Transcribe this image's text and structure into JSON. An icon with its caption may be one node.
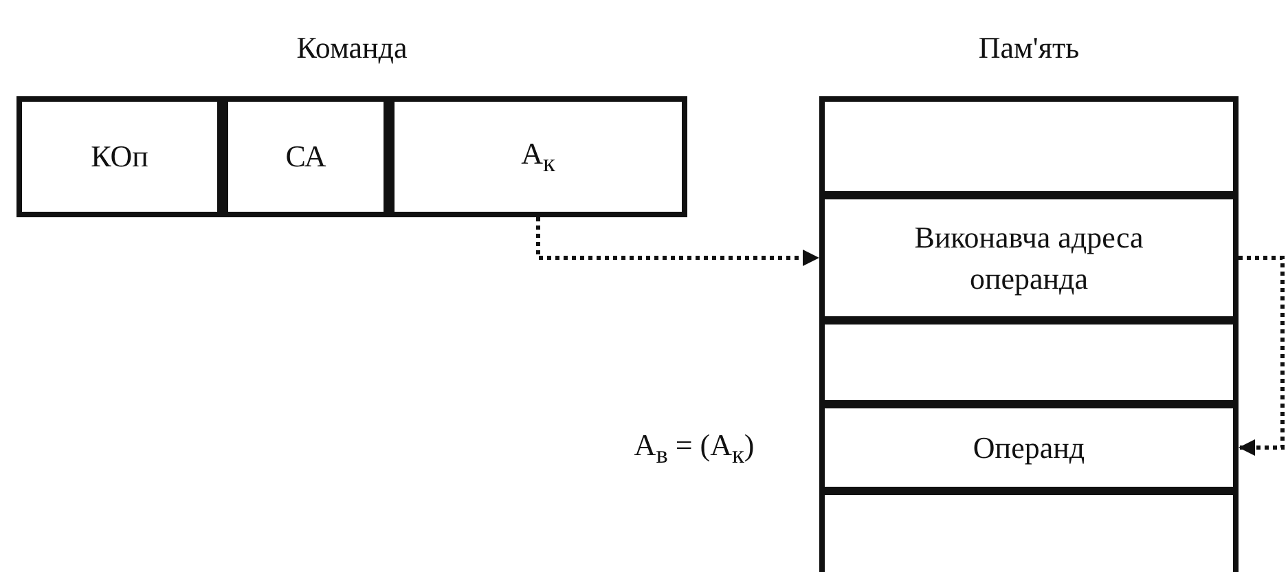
{
  "diagram": {
    "nodes": [
      {
        "text": [
          "Команда"
        ]
      },
      {
        "text": [
          "КОп"
        ],
        "in": 0
      },
      {
        "text": [
          "СА"
        ],
        "in": 0
      },
      {
        "text": [
          "A$_{к}$"
        ],
        "in": 0
      },
      {
        "text": [
          "Пам'ять"
        ]
      },
      {
        "text": [],
        "shape": "box",
        "in": 4
      },
      {
        "text": [
          "Виконавча адреса операнда"
        ],
        "in": 4
      },
      {
        "text": [],
        "shape": "box",
        "in": 4
      },
      {
        "text": [
          "Операнд"
        ],
        "in": 4,
        "beside": [
          "A$_{в}$ = (A$_{к}$)"
        ]
      },
      {
        "text": [],
        "shape": "box",
        "in": 4
      }
    ],
    "edges": [
      {
        "from": 3,
        "to": 6,
        "arrow": "to",
        "style": "dashed"
      },
      {
        "from": 6,
        "to": 8,
        "arrow": "to",
        "style": "dashed"
      }
    ]
  }
}
